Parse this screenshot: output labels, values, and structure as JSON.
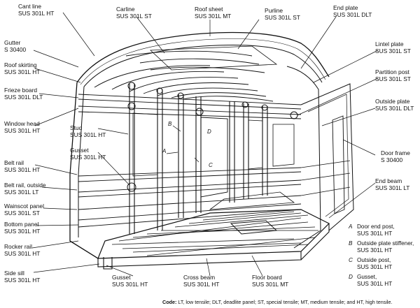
{
  "labels": {
    "cant_line": {
      "name": "Cant line",
      "material": "SUS 301L HT"
    },
    "carline": {
      "name": "Carline",
      "material": "SUS 301L ST"
    },
    "roof_sheet": {
      "name": "Roof sheet",
      "material": "SUS 301L MT"
    },
    "purline": {
      "name": "Purline",
      "material": "SUS 301L ST"
    },
    "end_plate": {
      "name": "End plate",
      "material": "SUS 301L DLT"
    },
    "gutter": {
      "name": "Gutter",
      "material": "S 30400"
    },
    "lintel_plate": {
      "name": "Lintel plate",
      "material": "SUS 301L ST"
    },
    "roof_skirting": {
      "name": "Roof skirting",
      "material": "SUS 301L HT"
    },
    "partition_post": {
      "name": "Partition post",
      "material": "SUS 301L ST"
    },
    "frieze_board": {
      "name": "Frieze board",
      "material": "SUS 301L DLT"
    },
    "outside_plate": {
      "name": "Outside plate",
      "material": "SUS 301L DLT"
    },
    "window_head": {
      "name": "Window head",
      "material": "SUS 301L HT"
    },
    "stud": {
      "name": "Stud",
      "material": "SUS 301L HT"
    },
    "gusset_mid": {
      "name": "Gusset",
      "material": "SUS 301L HT"
    },
    "door_frame": {
      "name": "Door frame",
      "material": "S 30400"
    },
    "belt_rail": {
      "name": "Belt rail",
      "material": "SUS 301L HT"
    },
    "end_beam": {
      "name": "End beam",
      "material": "SUS 301L LT"
    },
    "belt_rail_outside": {
      "name": "Belt rail, outside",
      "material": "SUS 301L LT"
    },
    "wainscot_panel": {
      "name": "Wainscot panel",
      "material": "SUS 301L ST"
    },
    "bottom_panel": {
      "name": "Bottom panel",
      "material": "SUS 301L HT"
    },
    "rocker_rail": {
      "name": "Rocker rail",
      "material": "SUS 301L HT"
    },
    "side_sill": {
      "name": "Side sill",
      "material": "SUS 301L HT"
    },
    "gusset_bottom": {
      "name": "Gusset",
      "material": "SUS 301L HT"
    },
    "cross_beam": {
      "name": "Cross beam",
      "material": "SUS 301L HT"
    },
    "floor_board": {
      "name": "Floor board",
      "material": "SUS 301L MT"
    }
  },
  "letters": {
    "a": "A",
    "b": "B",
    "c": "C",
    "d": "D"
  },
  "legend": [
    {
      "key": "A",
      "name": "Door end post,",
      "material": "SUS 301L HT"
    },
    {
      "key": "B",
      "name": "Outside plate stiffener,",
      "material": "SUS 301L HT"
    },
    {
      "key": "C",
      "name": "Outside post,",
      "material": "SUS 301L HT"
    },
    {
      "key": "D",
      "name": "Gusset,",
      "material": "SUS 301L HT"
    }
  ],
  "code": {
    "title": "Code:",
    "text": "LT, low tensile; DLT, deadlite panel; ST, special tensile; MT, medium tensile; and HT, high tensile."
  }
}
